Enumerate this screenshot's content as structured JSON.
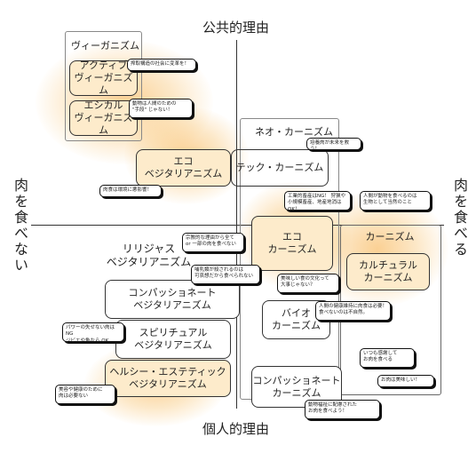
{
  "axes": {
    "top": "公共的理由",
    "bottom": "個人的理由",
    "left": "肉を食べない",
    "right": "肉を食べる"
  },
  "groups": {
    "veganism": "ヴィーガニズム",
    "neo_carnism": "ネオ・カーニズム"
  },
  "nodes": {
    "active_veganism": "アクティブ\nヴィーガニズム",
    "ethical_veganism": "エシカル\nヴィーガニズム",
    "eco_vegetarianism": "エコ\nベジタリアニズム",
    "tech_carnism": "テック・カーニズム",
    "eco_carnism": "エコ\nカーニズム",
    "carnism": "カーニズム",
    "cultural_carnism": "カルチュラル\nカーニズム",
    "religious_vegetarianism": "リリジャス\nベジタリアニズム",
    "compassionate_vegetarianism": "コンパッショネート\nベジタリアニズム",
    "bio_carnism": "バイオ\nカーニズム",
    "spiritual_vegetarianism": "スピリチュアル\nベジタリアニズム",
    "healthy_aesthetic_vegetarianism": "ヘルシー・エステティック\nベジタリアニズム",
    "compassionate_carnism": "コンパッショネート\nカーニズム"
  },
  "bubbles": {
    "exploitation": "搾取構造の社会に変革を！",
    "animals_not_means": "動物は人間のための\n\"手段\" じゃない！",
    "cultured_meat": "培養肉が未来を救う！",
    "meat_env": "肉食は環境に悪影響！",
    "factory_farming": "工業的畜産はNG！ 狩猟や\n小規模畜産、地産地消はOK！",
    "human_eats_meat": "人間が動物を食べるのは\n生物として当然のこと",
    "religious_reason": "宗教的な理由から全て\nor 一部の肉を食べない",
    "mammals_killed": "哺乳類が殺されるのは\n可哀想だから食べられない",
    "delicious_culture": "美味しい食の文化って\n大事じゃない？",
    "health_meat": "人間の健康維持に肉食は必要！\n食べないのは不自然。",
    "power_nojibie": "パワーの失せない肉はNG\nジビエや魚なら OK",
    "thank_meat": "いつも感謝して\nお肉を食べる",
    "beauty_health": "美容や健康のために\n肉は必要ない",
    "meat_delicious": "お肉は美味しい！",
    "animal_welfare": "動物福祉に配慮された\nお肉を食べよう！"
  }
}
